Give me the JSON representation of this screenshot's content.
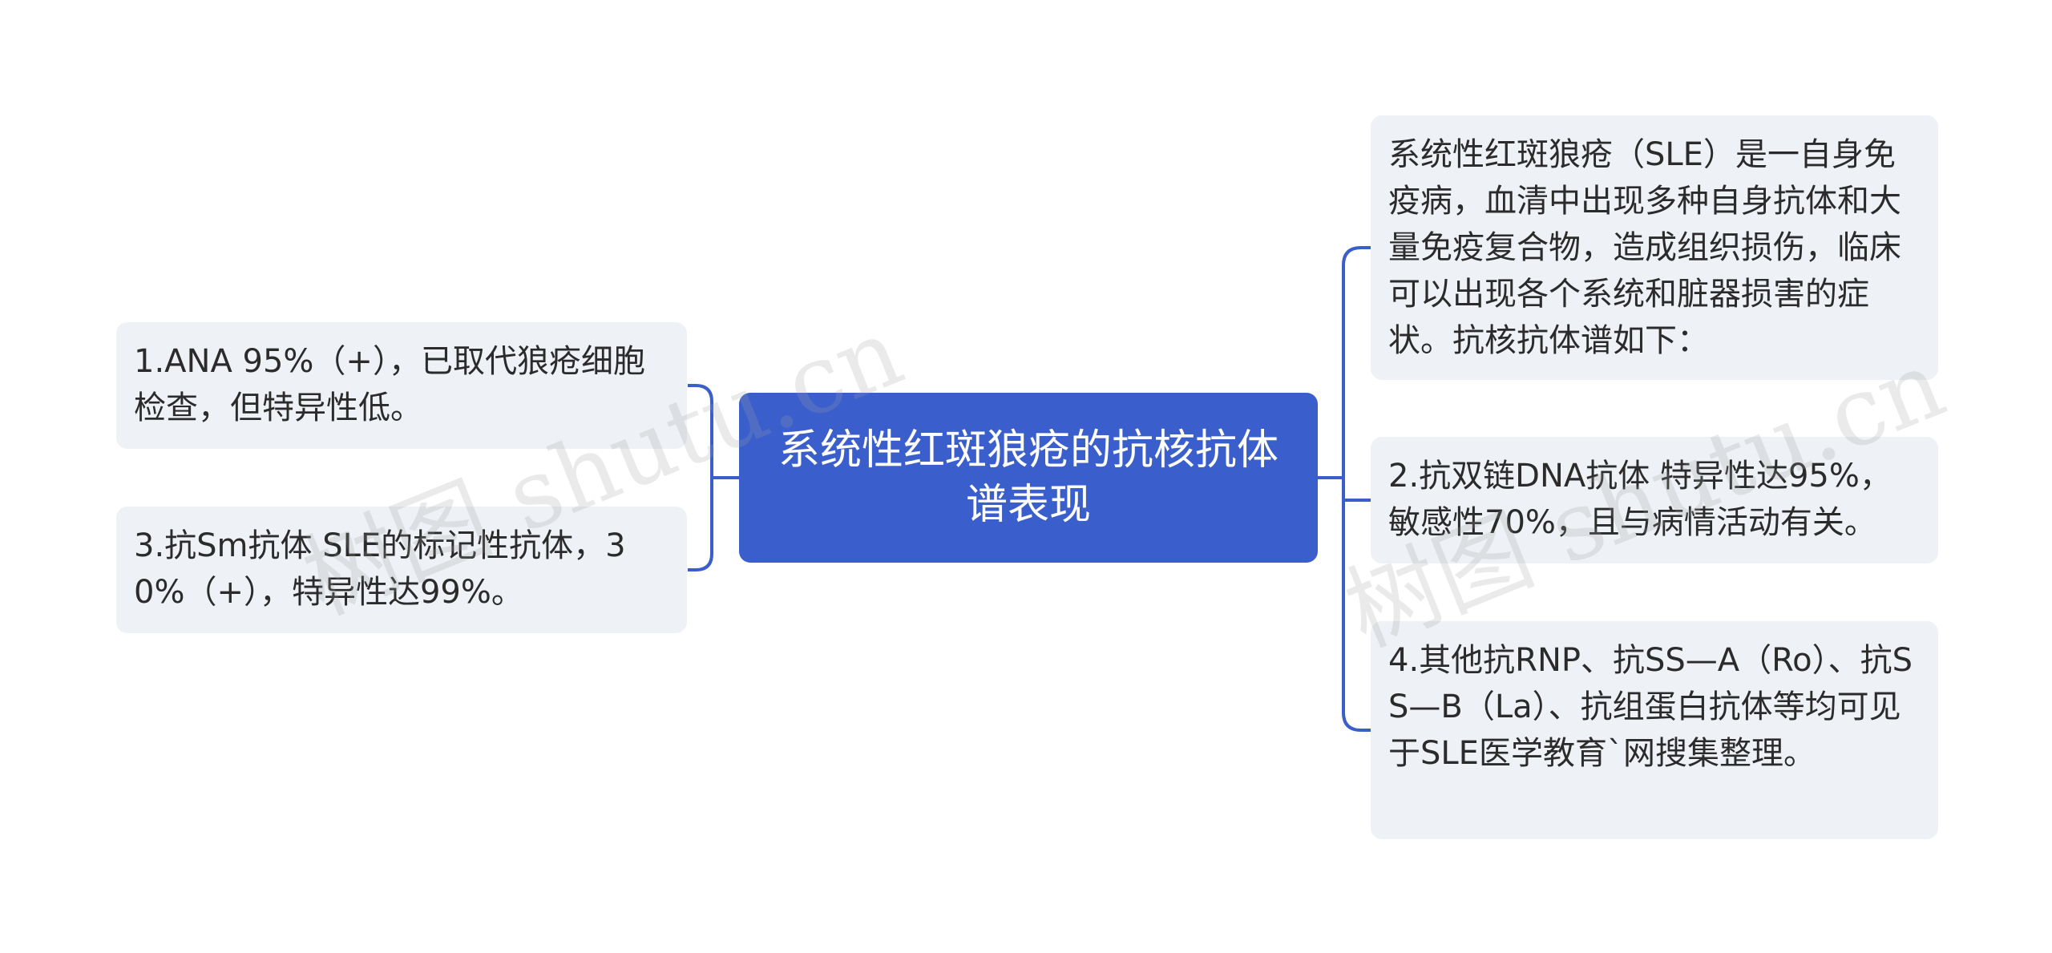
{
  "central": {
    "title": "系统性红斑狼疮的抗核抗体谱表现"
  },
  "left_nodes": [
    {
      "text": "1.ANA 95%（+），已取代狼疮细胞检查，但特异性低。"
    },
    {
      "text": "3.抗Sm抗体 SLE的标记性抗体，30%（+），特异性达99%。"
    }
  ],
  "right_nodes": [
    {
      "text": "系统性红斑狼疮（SLE）是一自身免疫病，血清中出现多种自身抗体和大量免疫复合物，造成组织损伤，临床可以出现各个系统和脏器损害的症状。抗核抗体谱如下："
    },
    {
      "text": "2.抗双链DNA抗体 特异性达95%，敏感性70%，且与病情活动有关。"
    },
    {
      "text": "4.其他抗RNP、抗SS—A（Ro）、抗SS—B（La）、抗组蛋白抗体等均可见于SLE医学教育`网搜集整理。"
    }
  ],
  "watermark": {
    "text": "树图 shutu.cn"
  },
  "colors": {
    "central_bg": "#3a5fcd",
    "node_bg": "#eef1f5",
    "connector": "#3a5fcd"
  }
}
